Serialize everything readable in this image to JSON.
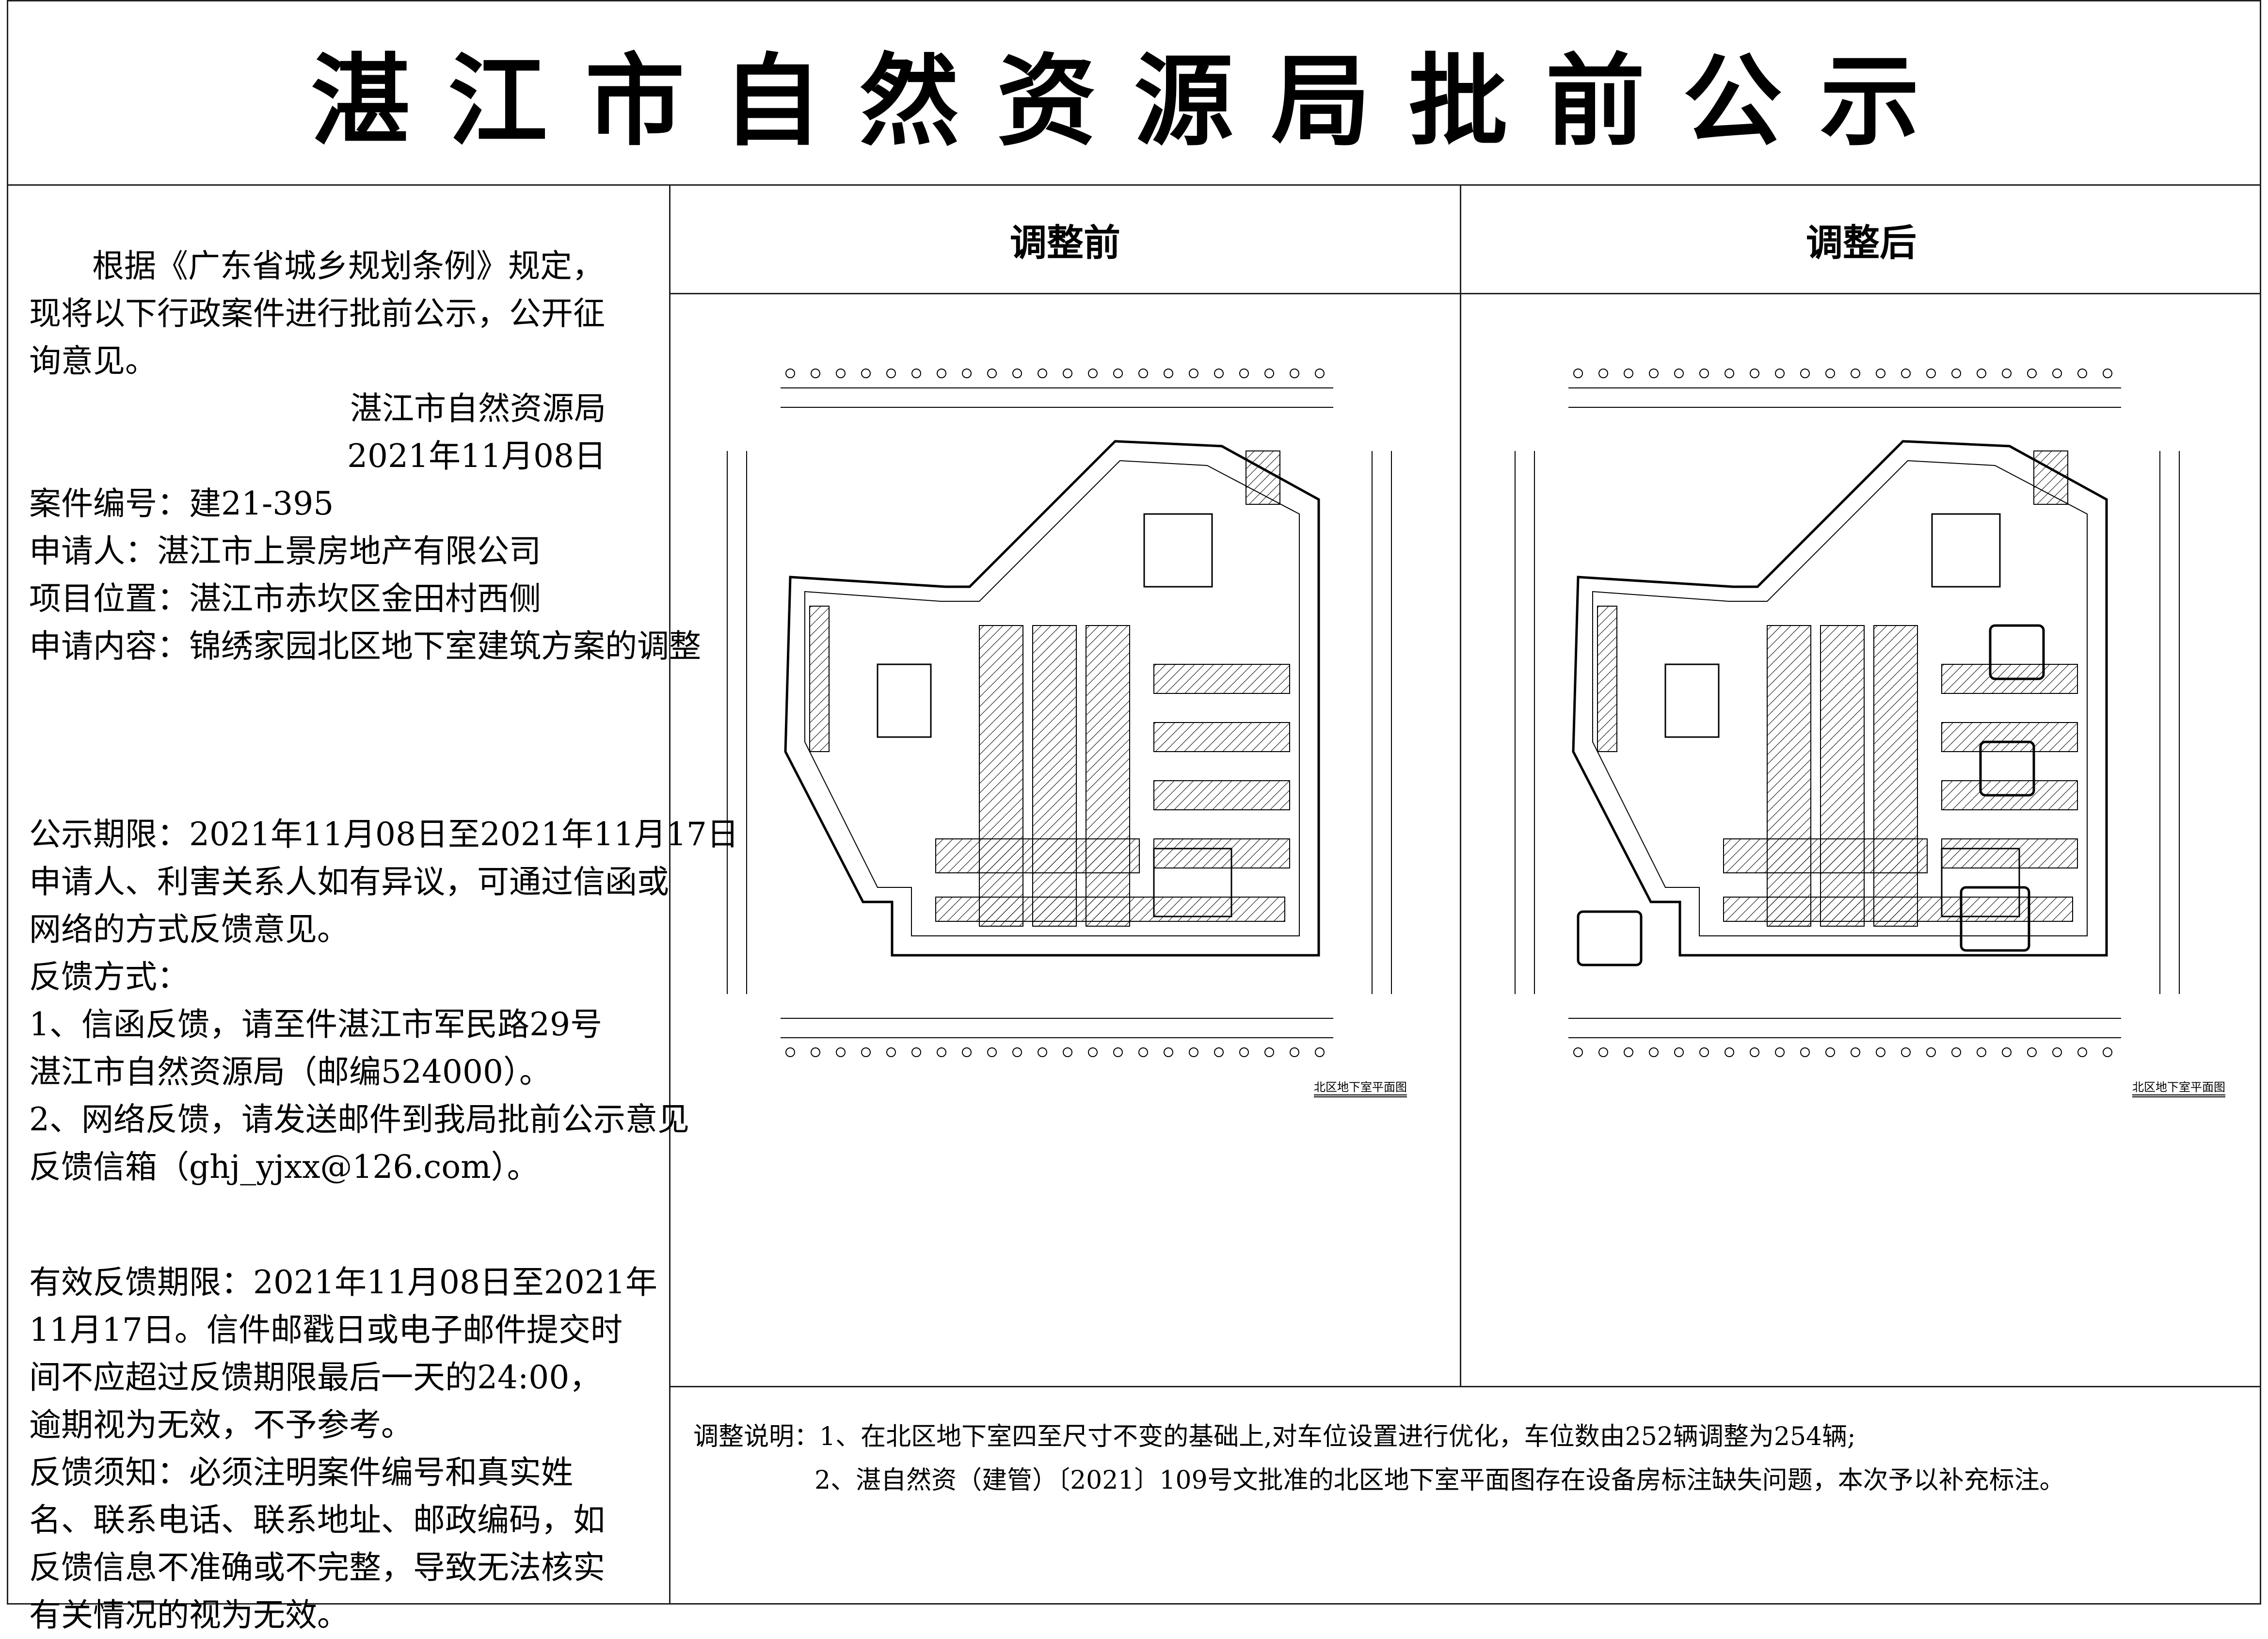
{
  "title": "湛江市自然资源局批前公示",
  "left_panel": {
    "intro_lines": [
      "根据《广东省城乡规划条例》规定，",
      "现将以下行政案件进行批前公示，公开征",
      "询意见。"
    ],
    "issuer": "湛江市自然资源局",
    "issue_date": "2021年11月08日",
    "case_number": "案件编号：建21-395",
    "applicant": "申请人：湛江市上景房地产有限公司",
    "location": "项目位置：湛江市赤坎区金田村西侧",
    "content": "申请内容：锦绣家园北区地下室建筑方案的调整",
    "period_lines": [
      "公示期限：2021年11月08日至2021年11月17日",
      "申请人、利害关系人如有异议，可通过信函或",
      "网络的方式反馈意见。",
      "反馈方式：",
      "1、信函反馈，请至件湛江市军民路29号",
      "湛江市自然资源局（邮编524000）。",
      "2、网络反馈，请发送邮件到我局批前公示意见",
      "反馈信箱（ghj_yjxx@126.com）。"
    ],
    "valid_lines": [
      "有效反馈期限：2021年11月08日至2021年",
      "11月17日。信件邮戳日或电子邮件提交时",
      "间不应超过反馈期限最后一天的24:00，",
      "逾期视为无效，不予参考。",
      "反馈须知：必须注明案件编号和真实姓",
      "名、联系电话、联系地址、邮政编码，如",
      "反馈信息不准确或不完整，导致无法核实",
      "有关情况的视为无效。"
    ]
  },
  "columns": {
    "before": {
      "header": "调整前",
      "caption": "北区地下室平面图"
    },
    "after": {
      "header": "调整后",
      "caption": "北区地下室平面图"
    }
  },
  "notes": {
    "line1": "调整说明：1、在北区地下室四至尺寸不变的基础上,对车位设置进行优化，车位数由252辆调整为254辆;",
    "line2": "2、湛自然资（建管）〔2021〕109号文批准的北区地下室平面图存在设备房标注缺失问题，本次予以补充标注。"
  }
}
